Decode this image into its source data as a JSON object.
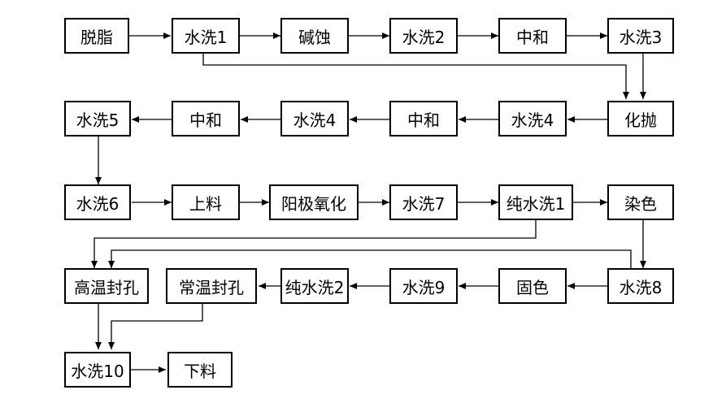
{
  "steps": {
    "degrease": "脱脂",
    "rinse1": "水洗1",
    "alkali_etch": "碱蚀",
    "rinse2": "水洗2",
    "neutralize1": "中和",
    "rinse3": "水洗3",
    "chem_polish": "化抛",
    "rinse4a": "水洗4",
    "neutralize2": "中和",
    "rinse4b": "水洗4",
    "neutralize3": "中和",
    "rinse5": "水洗5",
    "rinse6": "水洗6",
    "load": "上料",
    "anodize": "阳极氧化",
    "rinse7": "水洗7",
    "pure_rinse1": "纯水洗1",
    "dye": "染色",
    "rinse8": "水洗8",
    "fix_color": "固色",
    "rinse9": "水洗9",
    "pure_rinse2": "纯水洗2",
    "room_temp_seal": "常温封孔",
    "high_temp_seal": "高温封孔",
    "rinse10": "水洗10",
    "unload": "下料"
  },
  "colors": {
    "line": "#000000",
    "box_fill": "#ffffff"
  }
}
